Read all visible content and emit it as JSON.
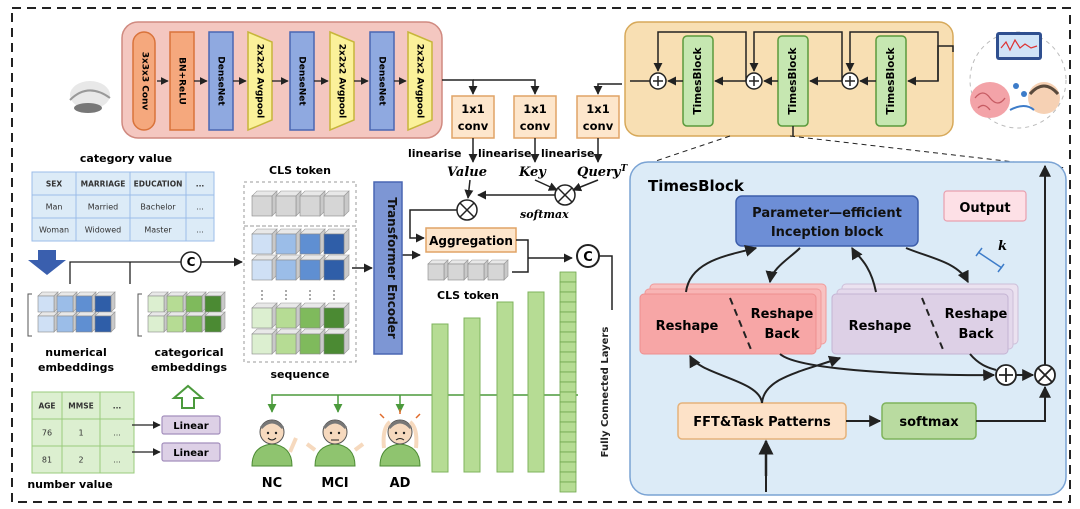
{
  "cnn": {
    "layers": [
      "3x3x3 Conv",
      "BN+ReLU",
      "DenseNet",
      "2x2x2 Avgpool",
      "DenseNet",
      "2x2x2 Avgpool",
      "DenseNet",
      "2x2x2 Avgpool"
    ]
  },
  "convs": [
    "1x1\nconv",
    "1x1\nconv",
    "1x1\nconv"
  ],
  "conv_line1": "1x1",
  "conv_line2": "conv",
  "linearise": "linearise",
  "value": "Value",
  "key": "Key",
  "query": "Query",
  "query_sup": "T",
  "softmax_small": "softmax",
  "aggregation": "Aggregation",
  "cls_token_top": "CLS token",
  "cls_token_bottom": "CLS token",
  "transformer_encoder": "Transformer Encoder",
  "concat_symbol": "C",
  "fully_connected": "Fully Connected Layers",
  "category_value": "category value",
  "category_table": {
    "headers": [
      "SEX",
      "MARRIAGE",
      "EDUCATION",
      "..."
    ],
    "rows": [
      [
        "Man",
        "Married",
        "Bachelor",
        "..."
      ],
      [
        "Woman",
        "Widowed",
        "Master",
        "..."
      ]
    ]
  },
  "numerical_embeddings": "numerical\nembeddings",
  "categorical_embeddings": "categorical\nembeddings",
  "sequence": "sequence",
  "number_table": {
    "headers": [
      "AGE",
      "MMSE",
      "..."
    ],
    "rows": [
      [
        "76",
        "1",
        "..."
      ],
      [
        "81",
        "2",
        "..."
      ]
    ]
  },
  "number_value": "number value",
  "linear_labels": [
    "Linear",
    "Linear"
  ],
  "classes": [
    "NC",
    "MCI",
    "AD"
  ],
  "timesblocks_top": [
    "TimesBlock",
    "TimesBlock",
    "TimesBlock"
  ],
  "timesblock_detail": {
    "title": "TimesBlock",
    "inception": "Parameter—efficient\nInception block",
    "output": "Output",
    "k": "k",
    "reshape": "Reshape",
    "reshape_back": "Reshape\nBack",
    "fft": "FFT&Task Patterns",
    "softmax": "softmax"
  },
  "colors": {
    "cnn_panel": "#f4c7c0",
    "timesblock_panel": "#f8dfb3",
    "densenet": "#8fa9e0",
    "avgpool": "#fbf19a",
    "conv_box": "#fde6cc",
    "detail_panel": "#dcebf7",
    "inception": "#6d8ed6",
    "reshape_red": "#f8a9a9",
    "reshape_purple": "#ddd0e6",
    "fft_box": "#fde2c8",
    "softmax_box": "#b9dba0",
    "green_bar": "#b6dc94"
  }
}
